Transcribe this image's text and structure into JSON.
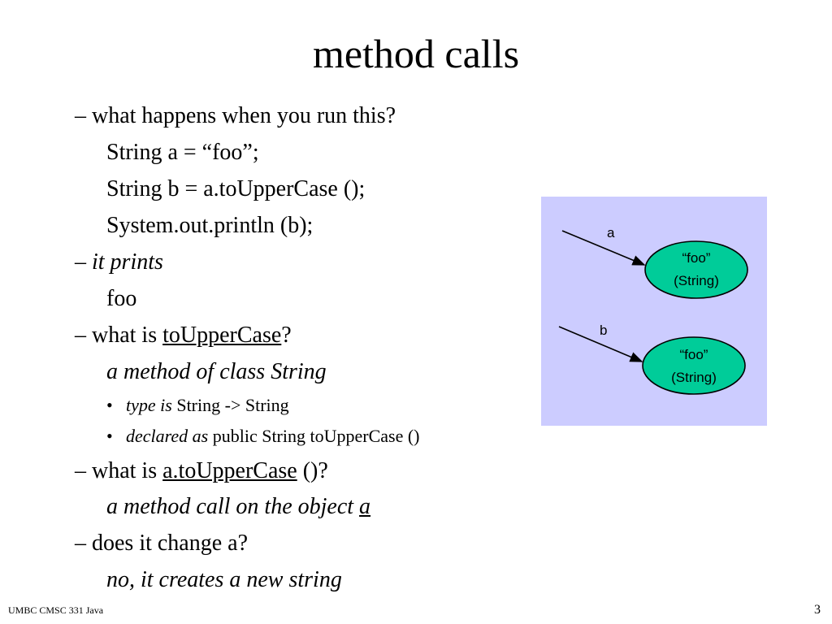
{
  "slide": {
    "title": "method calls",
    "lines": [
      {
        "dash": "– ",
        "text": "what happens when you run this?"
      },
      {
        "text": "String a = “foo”;"
      },
      {
        "text": "String b = a.toUpperCase ();"
      },
      {
        "text": "System.out.println (b);"
      },
      {
        "dash": "– ",
        "italic": "it prints"
      },
      {
        "text": "foo"
      },
      {
        "dash": "– ",
        "pre": "what is ",
        "underlined": "toUpperCase",
        "post": "?"
      },
      {
        "italic": "a method of class String"
      },
      {
        "bullet": "•",
        "italic": "type is",
        "text": " String -> String"
      },
      {
        "bullet": "•",
        "italic": "declared as",
        "text": " public String toUpperCase ()"
      },
      {
        "dash": "– ",
        "pre": "what is ",
        "underlined": "a.toUpperCase",
        "post": " ()?"
      },
      {
        "italic": "a method call on the object ",
        "underlined": "a"
      },
      {
        "dash": "– ",
        "text": "does it change a?"
      },
      {
        "italic": "no, it creates a new string"
      }
    ]
  },
  "diagram": {
    "background": "#ccccff",
    "node_fill": "#00cc99",
    "refs": [
      {
        "label": "a",
        "node_line1": "“foo”",
        "node_line2": "(String)"
      },
      {
        "label": "b",
        "node_line1": "“foo”",
        "node_line2": "(String)"
      }
    ]
  },
  "footer": {
    "left": "UMBC CMSC 331 Java",
    "page": "3"
  }
}
